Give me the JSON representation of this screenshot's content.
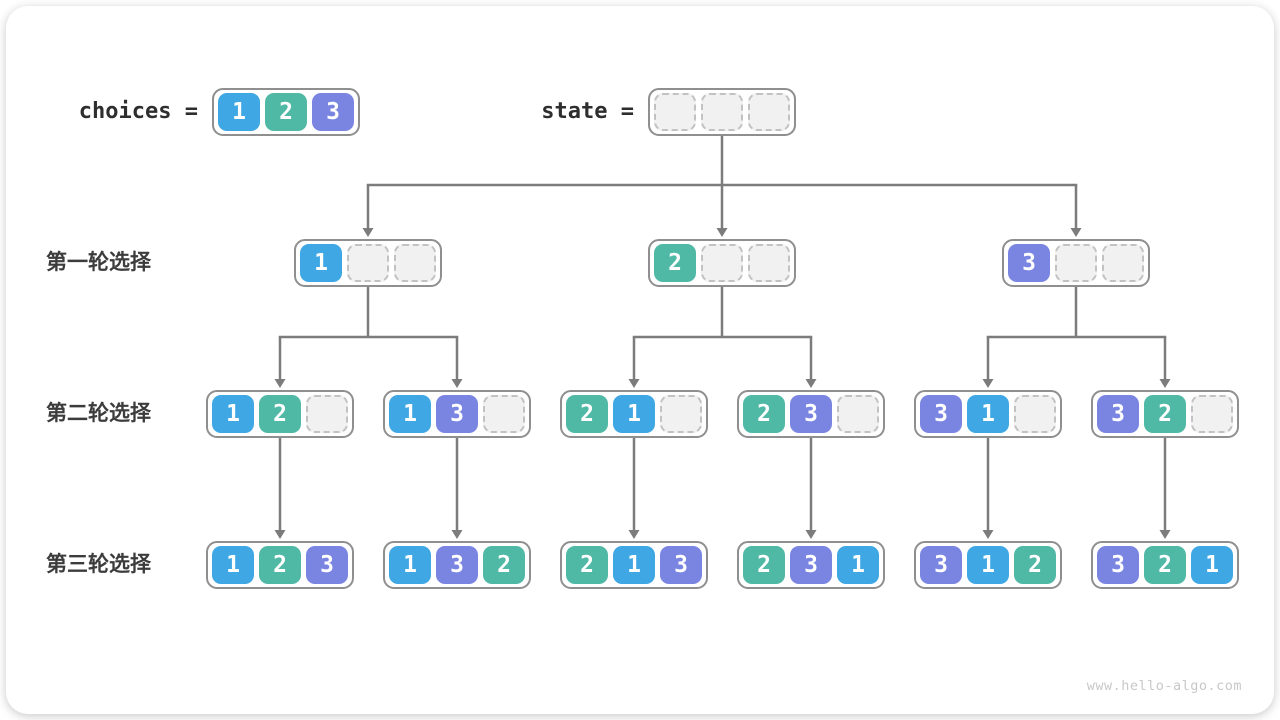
{
  "palette": {
    "1": "#3EA7E4",
    "2": "#4FB9A6",
    "3": "#7A85E2",
    "empty_fill": "#f1f1f1",
    "empty_border": "#c2c2c2",
    "node_border": "#8f8f8f",
    "arrow": "#7c7c7c"
  },
  "header": {
    "choices_label": "choices",
    "choices_equals": "=",
    "choices_cells": [
      "1",
      "2",
      "3"
    ],
    "state_label": "state",
    "state_equals": "=",
    "state_cells": [
      null,
      null,
      null
    ]
  },
  "rows": [
    {
      "label": "第一轮选择",
      "nodes": [
        [
          "1",
          null,
          null
        ],
        [
          "2",
          null,
          null
        ],
        [
          "3",
          null,
          null
        ]
      ]
    },
    {
      "label": "第二轮选择",
      "nodes": [
        [
          "1",
          "2",
          null
        ],
        [
          "1",
          "3",
          null
        ],
        [
          "2",
          "1",
          null
        ],
        [
          "2",
          "3",
          null
        ],
        [
          "3",
          "1",
          null
        ],
        [
          "3",
          "2",
          null
        ]
      ]
    },
    {
      "label": "第三轮选择",
      "nodes": [
        [
          "1",
          "2",
          "3"
        ],
        [
          "1",
          "3",
          "2"
        ],
        [
          "2",
          "1",
          "3"
        ],
        [
          "2",
          "3",
          "1"
        ],
        [
          "3",
          "1",
          "2"
        ],
        [
          "3",
          "2",
          "1"
        ]
      ]
    }
  ],
  "watermark": "www.hello-algo.com"
}
